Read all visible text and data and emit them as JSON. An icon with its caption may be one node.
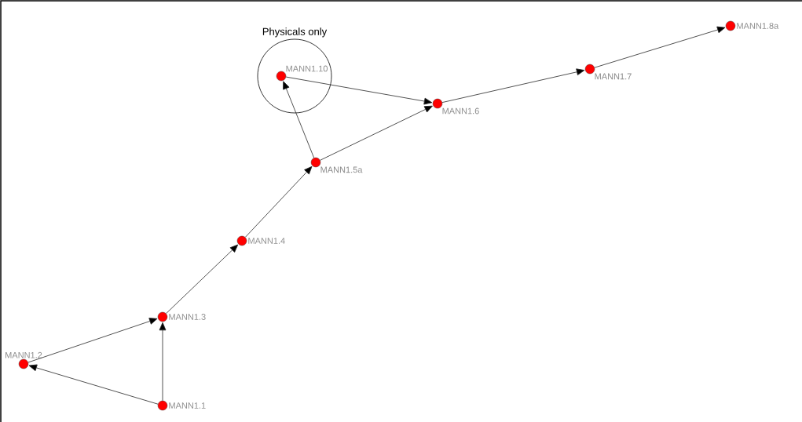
{
  "diagram": {
    "nodes": [
      {
        "text": [
          "Physicals only"
        ]
      },
      {
        "text": [
          "MANN1.10"
        ],
        "in": 0
      },
      {
        "text": [
          "MANN1.8a"
        ]
      },
      {
        "text": [
          "MANN1.7"
        ]
      },
      {
        "text": [
          "MANN1.6"
        ]
      },
      {
        "text": [
          "MANN1.5a"
        ]
      },
      {
        "text": [
          "MANN1.4"
        ]
      },
      {
        "text": [
          "MANN1.3"
        ]
      },
      {
        "text": [
          "MANN1.2"
        ]
      },
      {
        "text": [
          "MANN1.1"
        ]
      }
    ],
    "edges": [
      {
        "from": 9,
        "to": 8,
        "arrow": "to"
      },
      {
        "from": 9,
        "to": 7,
        "arrow": "to"
      },
      {
        "from": 8,
        "to": 7,
        "arrow": "to"
      },
      {
        "from": 7,
        "to": 6,
        "arrow": "to"
      },
      {
        "from": 6,
        "to": 5,
        "arrow": "to"
      },
      {
        "from": 5,
        "to": 1,
        "arrow": "to"
      },
      {
        "from": 5,
        "to": 4,
        "arrow": "to"
      },
      {
        "from": 1,
        "to": 4,
        "arrow": "to"
      },
      {
        "from": 4,
        "to": 3,
        "arrow": "to"
      },
      {
        "from": 3,
        "to": 2,
        "arrow": "to"
      }
    ]
  }
}
